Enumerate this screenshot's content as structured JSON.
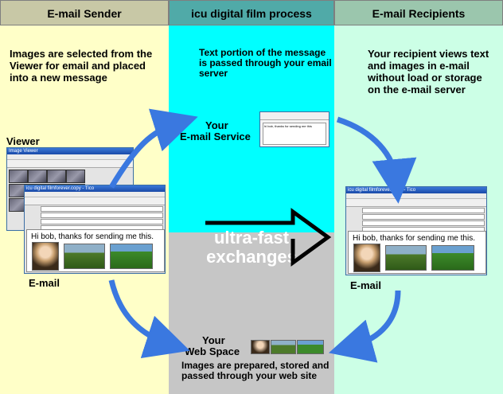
{
  "headers": {
    "sender": "E-mail Sender",
    "service": "icu digital film process",
    "recipients": "E-mail Recipients"
  },
  "sender": {
    "description": "Images are selected from the Viewer for email and placed into a new message",
    "viewer_label": "Viewer",
    "email_label": "E-mail",
    "viewer_window_title": "Image Viewer",
    "email_window_title": "icu digital filmforever.copy - Tico",
    "email_body": "Hi bob, thanks for sending me this."
  },
  "service": {
    "description": "Text portion of the message is passed through your email server",
    "label_line1": "Your",
    "label_line2": "E-mail Service",
    "mini_text": "hi bob, thanks for sending me this",
    "ultra_line1": "ultra-fast",
    "ultra_line2": "exchanges",
    "webspace_line1": "Your",
    "webspace_line2": "Web Space",
    "webspace_description": "Images are prepared, stored and passed through your web site"
  },
  "recipients": {
    "description": "Your recipient views text and images in e-mail without load or storage on the e-mail server",
    "email_label": "E-mail",
    "email_window_title": "icu digital filmforever.copy - Tico",
    "email_body": "Hi bob, thanks for sending me this."
  },
  "colors": {
    "arrow": "#3a78e0",
    "sender_bg": "#ffffc8",
    "service_bg": "#00ffff",
    "webspace_bg": "#c6c6c6",
    "recipients_bg": "#ccffe6"
  }
}
